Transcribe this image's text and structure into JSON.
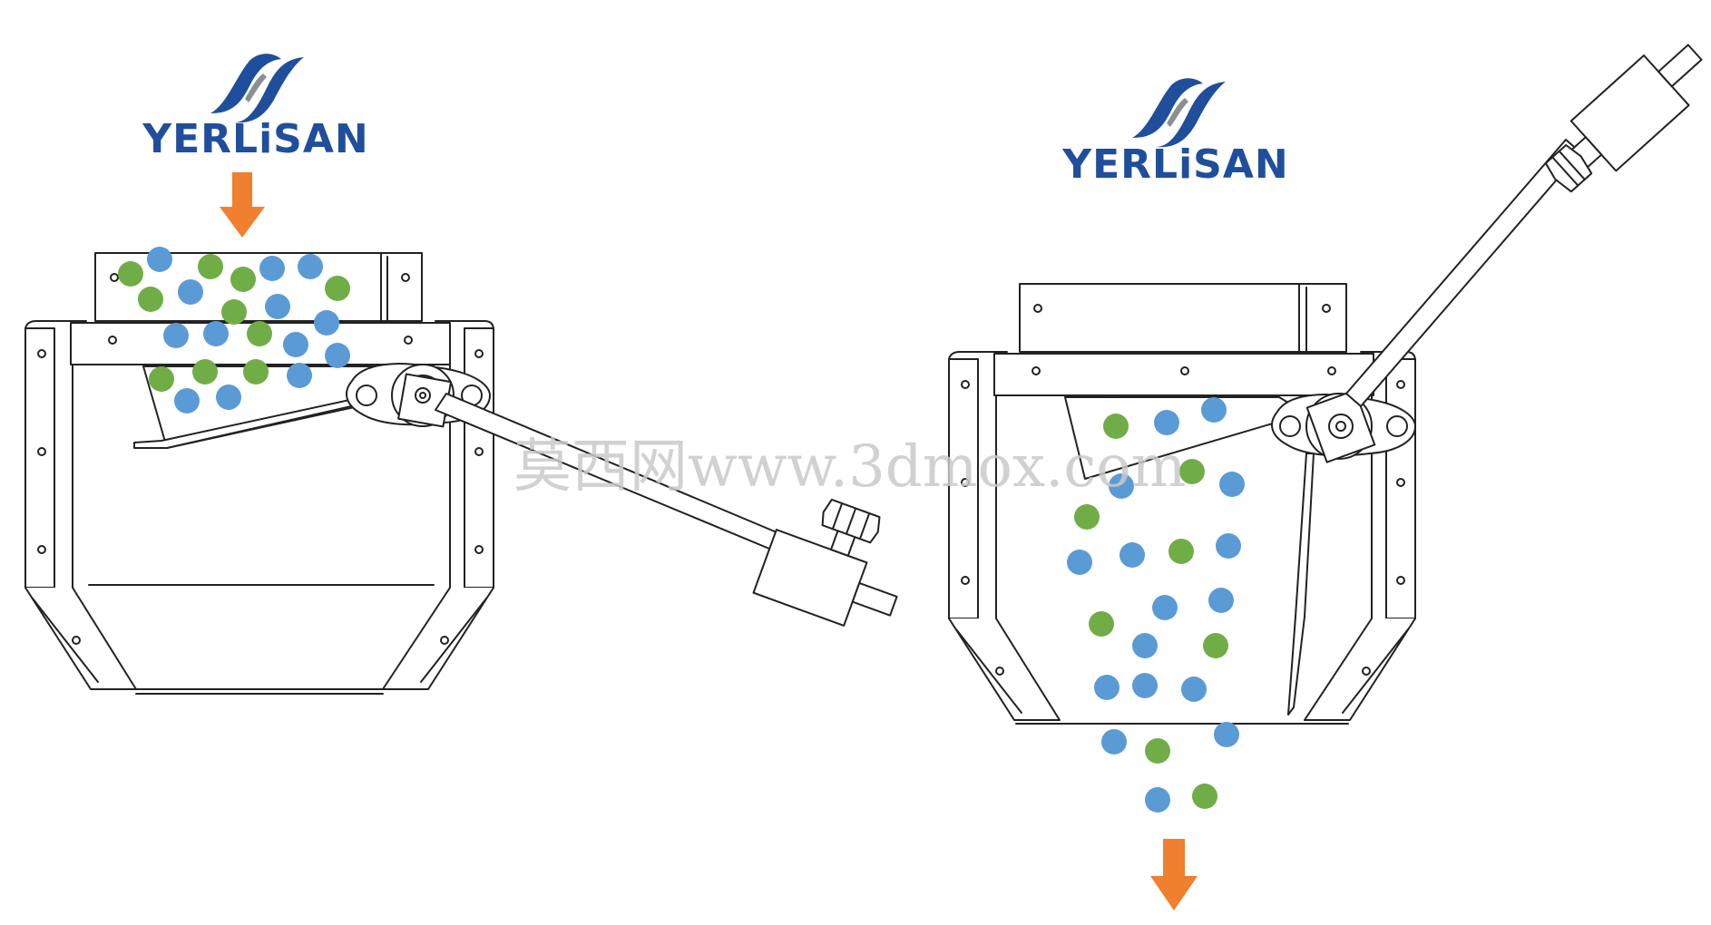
{
  "brand": {
    "name": "YERLiSAN",
    "color": "#1f4e9c",
    "swoosh_gray": "#8a8f96"
  },
  "watermark": {
    "text": "莫西网www.3dmox.com",
    "color": "#c9c9c9"
  },
  "colors": {
    "arrow": "#f07f2e",
    "pellet_green": "#70ad47",
    "pellet_blue": "#5b9bd5",
    "line": "#222222"
  },
  "panels": [
    {
      "state": "closed",
      "flow_arrow": "down-into-hopper",
      "icons": [
        "brand-logo-icon",
        "down-arrow-icon",
        "counterweight-icon",
        "hinge-icon"
      ]
    },
    {
      "state": "open",
      "flow_arrow": "down-out-of-hopper",
      "icons": [
        "brand-logo-icon",
        "down-arrow-icon",
        "counterweight-icon",
        "hinge-icon"
      ]
    }
  ]
}
